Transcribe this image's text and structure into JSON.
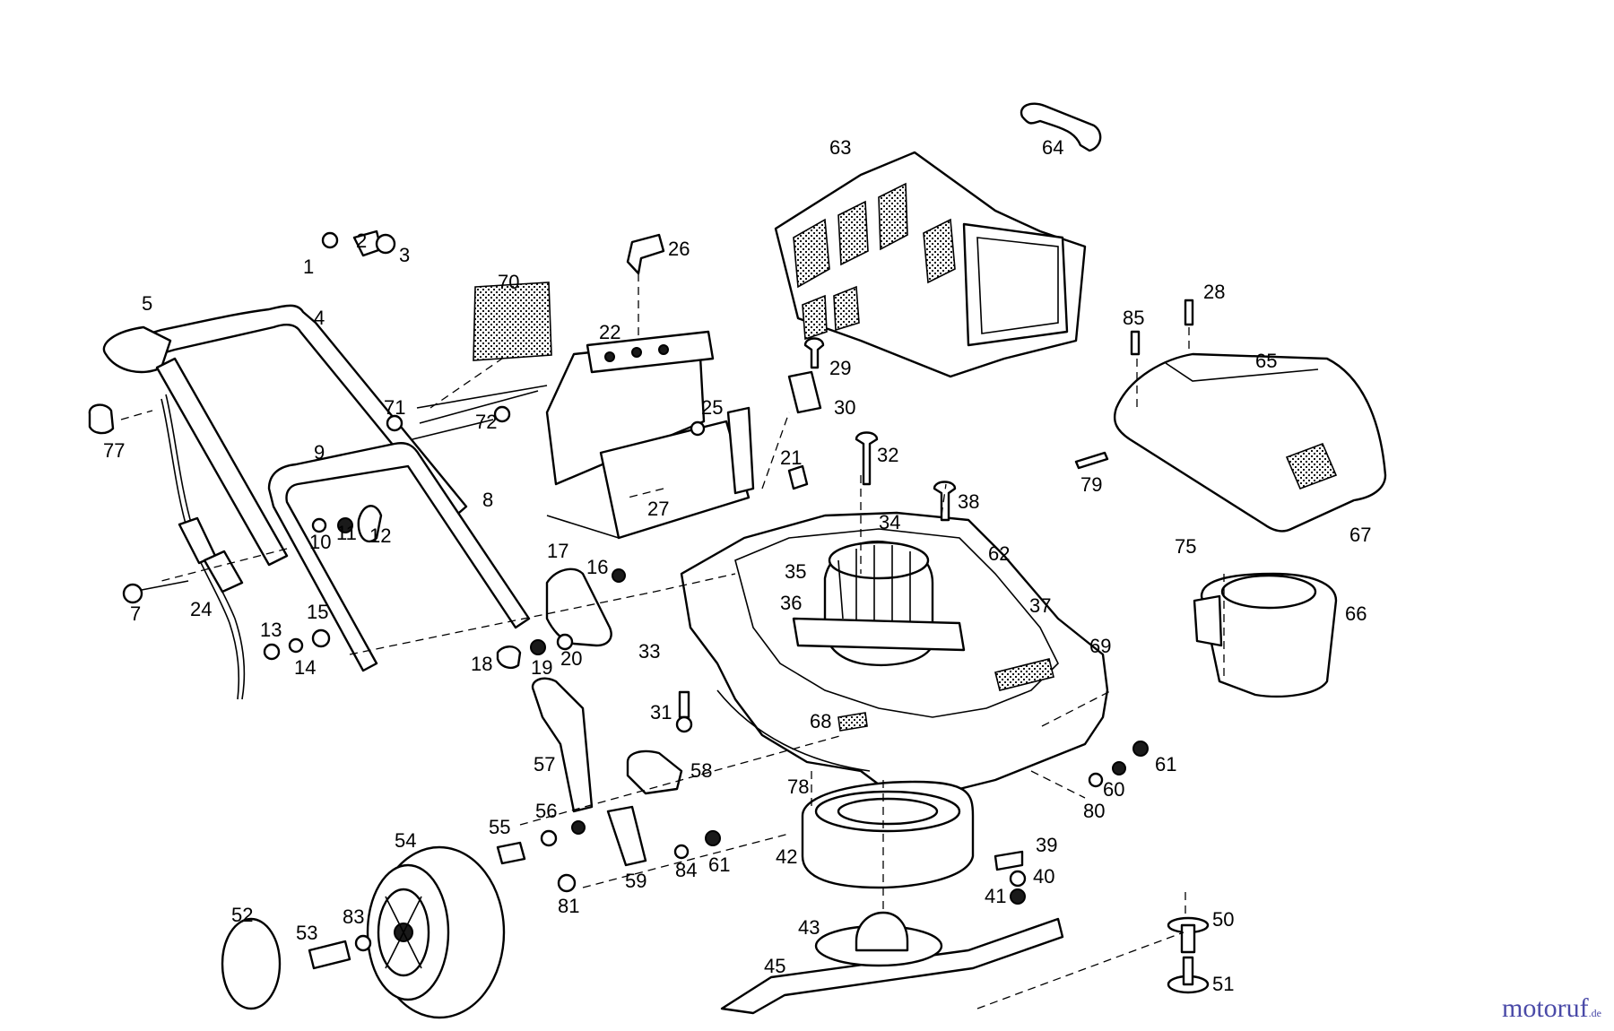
{
  "watermark": {
    "brand": "motoruf",
    "tld": ".de",
    "brand_color": "#4a4aa8",
    "accent_color": "#c8441c"
  },
  "callouts": {
    "c1": "1",
    "c2": "2",
    "c3": "3",
    "c4": "4",
    "c5": "5",
    "c7": "7",
    "c8": "8",
    "c9": "9",
    "c10": "10",
    "c11": "11",
    "c12": "12",
    "c13": "13",
    "c14": "14",
    "c15": "15",
    "c16": "16",
    "c17": "17",
    "c18": "18",
    "c19": "19",
    "c20": "20",
    "c21": "21",
    "c22": "22",
    "c24": "24",
    "c25": "25",
    "c26": "26",
    "c27": "27",
    "c28": "28",
    "c29": "29",
    "c30": "30",
    "c31": "31",
    "c32": "32",
    "c33": "33",
    "c34": "34",
    "c35": "35",
    "c36": "36",
    "c37": "37",
    "c38": "38",
    "c39": "39",
    "c40": "40",
    "c41": "41",
    "c42": "42",
    "c43": "43",
    "c45": "45",
    "c50": "50",
    "c51": "51",
    "c52": "52",
    "c53": "53",
    "c54": "54",
    "c55": "55",
    "c56": "56",
    "c57": "57",
    "c58": "58",
    "c59": "59",
    "c60": "60",
    "c61a": "61",
    "c61b": "61",
    "c62": "62",
    "c63": "63",
    "c64": "64",
    "c65": "65",
    "c66": "66",
    "c67": "67",
    "c68": "68",
    "c69": "69",
    "c70": "70",
    "c71": "71",
    "c72": "72",
    "c75": "75",
    "c77": "77",
    "c78": "78",
    "c79": "79",
    "c80": "80",
    "c81": "81",
    "c83": "83",
    "c84": "84",
    "c85": "85"
  }
}
